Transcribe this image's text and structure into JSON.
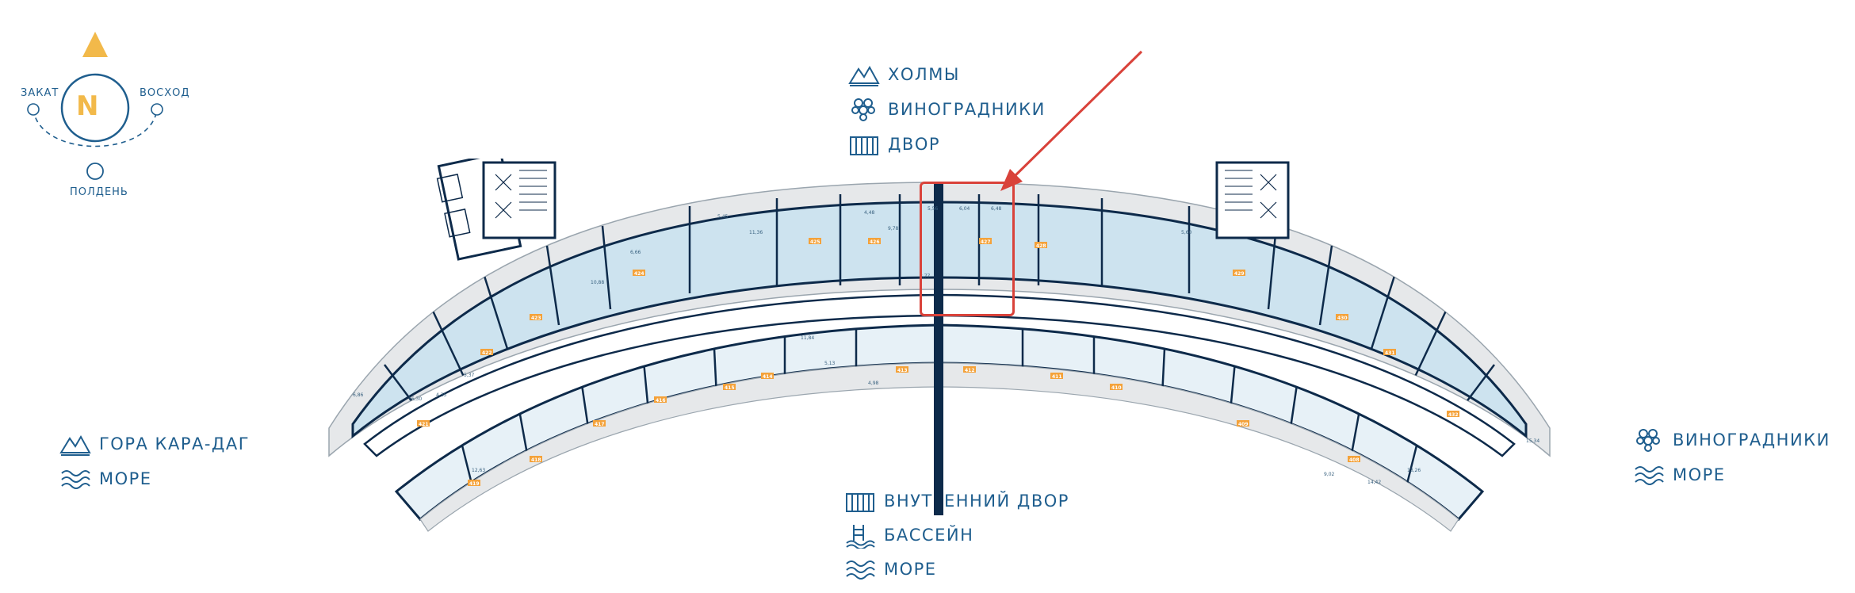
{
  "compass": {
    "north": "N",
    "west": "ЗАКАТ",
    "east": "ВОСХОД",
    "south": "ПОЛДЕНЬ"
  },
  "legend_top": [
    {
      "icon": "hills-icon",
      "label": "ХОЛМЫ"
    },
    {
      "icon": "grapes-icon",
      "label": "ВИНОГРАДНИКИ"
    },
    {
      "icon": "courtyard-icon",
      "label": "ДВОР"
    }
  ],
  "legend_left": [
    {
      "icon": "mountain-icon",
      "label": "ГОРА КАРА-ДАГ"
    },
    {
      "icon": "waves-icon",
      "label": "МОРЕ"
    }
  ],
  "legend_right": [
    {
      "icon": "grapes-icon",
      "label": "ВИНОГРАДНИКИ"
    },
    {
      "icon": "waves-icon",
      "label": "МОРЕ"
    }
  ],
  "legend_bottom": [
    {
      "icon": "courtyard-icon",
      "label": "ВНУТРЕННИЙ ДВОР"
    },
    {
      "icon": "pool-icon",
      "label": "БАССЕЙН"
    },
    {
      "icon": "waves-icon",
      "label": "МОРЕ"
    }
  ],
  "apartments_outer": [
    "421",
    "422",
    "423",
    "424",
    "425",
    "426",
    "427",
    "428",
    "429",
    "430",
    "431",
    "432"
  ],
  "apartments_inner": [
    "419",
    "418",
    "417",
    "416",
    "415",
    "414",
    "413",
    "412",
    "411",
    "410",
    "409",
    "408"
  ],
  "areas": [
    "6,86",
    "16,30",
    "4,35",
    "5,37",
    "10,88",
    "6,66",
    "5,45",
    "11,36",
    "4,48",
    "9,78",
    "5,56",
    "6,04",
    "6,48",
    "3,77",
    "5,60",
    "11,84",
    "5,13",
    "4,98",
    "12,63",
    "14,42",
    "9,02",
    "13,26",
    "15,34"
  ],
  "colors": {
    "accent": "#1f5e8e",
    "unit_fill": "#cde3ef",
    "unit_fill_light": "#e7f1f7",
    "wall": "#0d2a4a",
    "badge": "#f4a23a",
    "highlight": "#d9423a"
  }
}
